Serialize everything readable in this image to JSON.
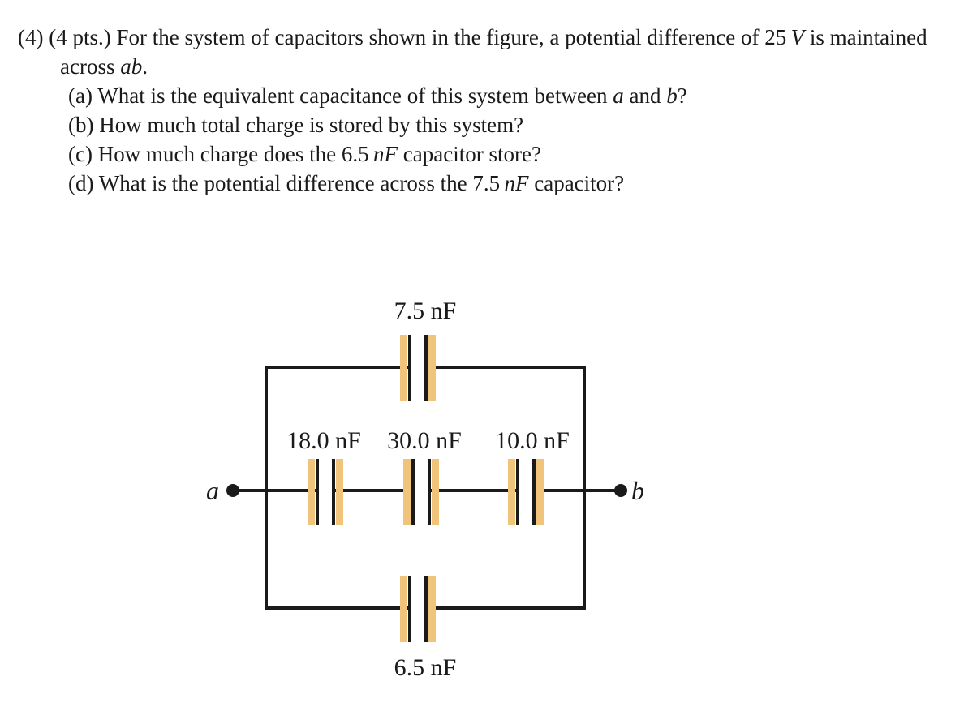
{
  "problem": {
    "number": "(4)",
    "points": "(4 pts.)",
    "stem_pre": "For the system of capacitors shown in the figure, a potential difference of ",
    "voltage": "25",
    "voltage_unit": "V",
    "stem_mid": " is maintained across ",
    "terminals": "ab",
    "stem_post": ".",
    "parts": [
      {
        "letter": "(a)",
        "pre": "What is the equivalent capacitance of this system between ",
        "m1": "a",
        "mid": " and ",
        "m2": "b",
        "post": "?"
      },
      {
        "letter": "(b)",
        "text": "How much total charge is stored by this system?"
      },
      {
        "letter": "(c)",
        "pre": "How much charge does the ",
        "value": "6.5",
        "unit": "nF",
        "post": " capacitor store?"
      },
      {
        "letter": "(d)",
        "pre": "What is the potential difference across the ",
        "value": "7.5",
        "unit": "nF",
        "post": " capacitor?"
      }
    ]
  },
  "circuit": {
    "top_capacitor": "7.5 nF",
    "middle_capacitors": [
      "18.0 nF",
      "30.0 nF",
      "10.0 nF"
    ],
    "bottom_capacitor": "6.5 nF",
    "terminal_a": "a",
    "terminal_b": "b",
    "colors": {
      "wire": "#1a1a1a",
      "plate_accent": "#f0c47a",
      "background": "#ffffff"
    }
  }
}
